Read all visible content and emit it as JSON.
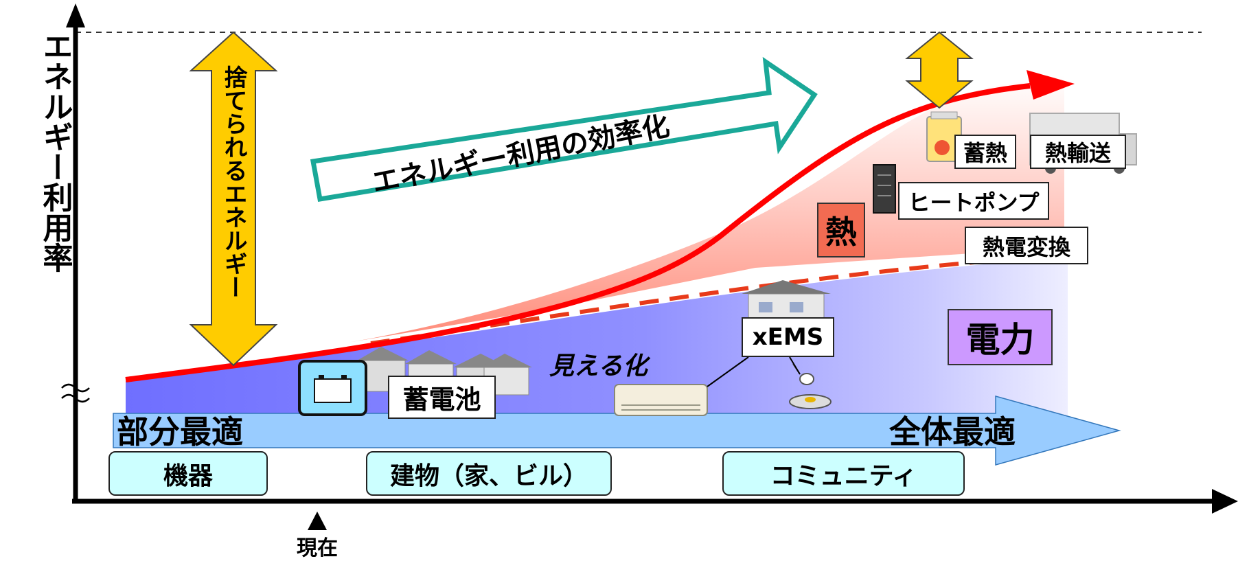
{
  "y_axis_label": "エネルギー利用率",
  "current_marker": "現在",
  "wasted_energy": "捨てられるエネルギー",
  "efficiency_arrow": "エネルギー利用の効率化",
  "heat_label": "熱",
  "power_label": "電力",
  "tech_labels": {
    "heat_storage": "蓄熱",
    "heat_transport": "熱輸送",
    "heat_pump": "ヒートポンプ",
    "thermoelectric": "熱電変換",
    "xems": "xEMS",
    "visualization": "見える化",
    "battery": "蓄電池"
  },
  "bottom_arrow": {
    "left": "部分最適",
    "right": "全体最適"
  },
  "scope": {
    "devices": "機器",
    "buildings": "建物（家、ビル）",
    "community": "コミュニティ"
  },
  "colors": {
    "power_fill": "#8080ff",
    "heat_curve": "#ff0000",
    "heat_fill": "#ff9a8a",
    "efficiency_arrow": "#1aa898",
    "wasted_arrow": "#ffcc00",
    "heat_box": "#f26b52",
    "power_box": "#cc99ff",
    "pill": "#ccffff",
    "blue_band": "#99ccff"
  }
}
